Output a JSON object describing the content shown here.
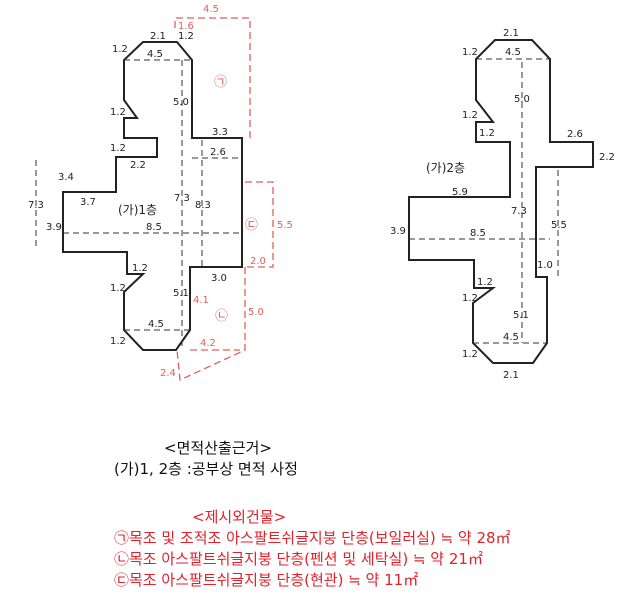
{
  "floor1": {
    "label": "(가)1층",
    "dims": [
      "2.1",
      "1.2",
      "1.2",
      "4.5",
      "5.0",
      "1.2",
      "1.2",
      "2.2",
      "3.4",
      "3.7",
      "7.3",
      "3.9",
      "8.5",
      "7.3",
      "8.3",
      "3.3",
      "2.6",
      "1.2",
      "1.2",
      "5.1",
      "3.0",
      "4.5",
      "1.2"
    ],
    "annex_dims": [
      "4.5",
      "1.6",
      "5.5",
      "2.0",
      "4.1",
      "5.0",
      "4.2",
      "2.4"
    ],
    "annex_marks": [
      "㉠",
      "㉢",
      "㉡"
    ]
  },
  "floor2": {
    "label": "(가)2층",
    "dims": [
      "2.1",
      "1.2",
      "4.5",
      "5.0",
      "1.2",
      "1.2",
      "2.6",
      "2.2",
      "5.9",
      "3.9",
      "8.5",
      "7.3",
      "5.5",
      "1.0",
      "1.2",
      "1.2",
      "5.1",
      "4.5",
      "1.2",
      "2.1"
    ]
  },
  "notes": {
    "heading": "<면적산출근거>",
    "line": "(가)1, 2층 :공부상 면적 사정"
  },
  "excluded": {
    "heading": "<제시외건물>",
    "items": [
      "㉠목조 및 조적조 아스팔트쉬글지붕 단층(보일러실) ≒ 약 28㎡",
      "㉡목조 아스팔트쉬글지붕 단층(펜션 및 세탁실) ≒ 약 21㎡",
      "㉢목조 아스팔트쉬글지붕 단층(현관) ≒ 약 11㎡"
    ]
  },
  "colors": {
    "outline": "#222222",
    "annex": "#e0605a",
    "annex_text": "#e0222a"
  }
}
